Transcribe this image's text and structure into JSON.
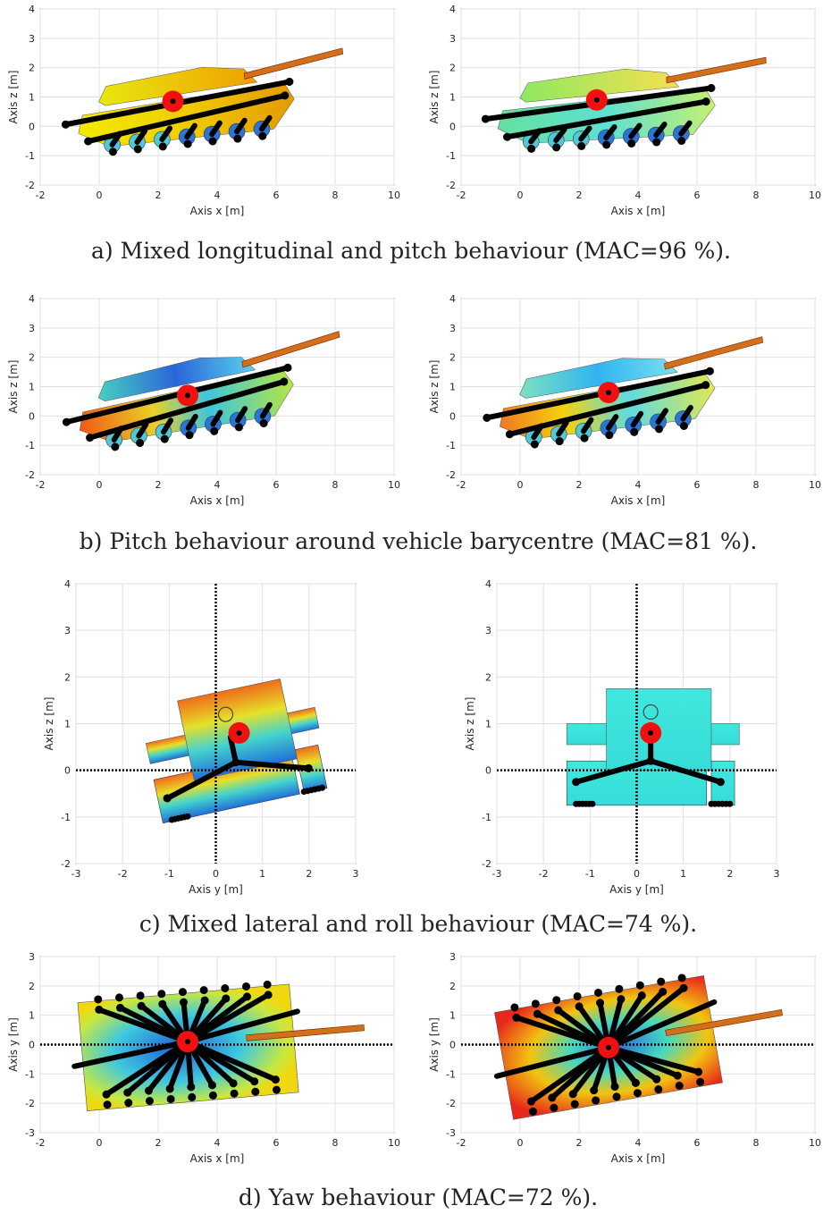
{
  "captions": {
    "a": "a) Mixed longitudinal and pitch behaviour (MAC=96 %).",
    "b": "b) Pitch behaviour around vehicle barycentre (MAC=81 %).",
    "c": "c) Mixed lateral and roll behaviour (MAC=74 %).",
    "d": "d) Yaw behaviour (MAC=72 %)."
  },
  "plots": [
    {
      "id": "a-left",
      "view": "side",
      "xlabel": "Axis x  [m]",
      "ylabel": "Axis z  [m]",
      "xlim": [
        -2,
        10
      ],
      "ylim": [
        -2,
        4
      ],
      "xticks": [
        -2,
        0,
        2,
        4,
        6,
        8,
        10
      ],
      "yticks": [
        -2,
        -1,
        0,
        1,
        2,
        3,
        4
      ],
      "barycentre": [
        2.5,
        0.85
      ],
      "pitch_deg": -6,
      "colors": [
        "#f2ea00",
        "#e8b700",
        "#49d0c8",
        "#1f74d0"
      ]
    },
    {
      "id": "a-right",
      "view": "side",
      "xlabel": "Axis x  [m]",
      "ylabel": "Axis z  [m]",
      "xlim": [
        -2,
        10
      ],
      "ylim": [
        -2,
        4
      ],
      "xticks": [
        -2,
        0,
        2,
        4,
        6,
        8,
        10
      ],
      "yticks": [
        -2,
        -1,
        0,
        1,
        2,
        3,
        4
      ],
      "barycentre": [
        2.6,
        0.9
      ],
      "pitch_deg": -3,
      "colors": [
        "#9ce85a",
        "#f0e25c",
        "#5ee0d2",
        "#35c5e5"
      ]
    },
    {
      "id": "b-left",
      "view": "side",
      "xlabel": "Axis x  [m]",
      "ylabel": "Axis z  [m]",
      "xlim": [
        -2,
        10
      ],
      "ylim": [
        -2,
        4
      ],
      "xticks": [
        -2,
        0,
        2,
        4,
        6,
        8,
        10
      ],
      "yticks": [
        -2,
        -1,
        0,
        1,
        2,
        3,
        4
      ],
      "barycentre": [
        3.0,
        0.7
      ],
      "pitch_deg": -9,
      "colors": [
        "#ee5a1c",
        "#48c5d6",
        "#2a66d8",
        "#b9e540"
      ]
    },
    {
      "id": "b-right",
      "view": "side",
      "xlabel": "Axis x  [m]",
      "ylabel": "Axis z  [m]",
      "xlim": [
        -2,
        10
      ],
      "ylim": [
        -2,
        4
      ],
      "xticks": [
        -2,
        0,
        2,
        4,
        6,
        8,
        10
      ],
      "yticks": [
        -2,
        -1,
        0,
        1,
        2,
        3,
        4
      ],
      "barycentre": [
        3.0,
        0.8
      ],
      "pitch_deg": -7,
      "colors": [
        "#f07820",
        "#f4d20f",
        "#5fd9e0",
        "#28a6f0"
      ]
    },
    {
      "id": "c-left",
      "view": "front",
      "xlabel": "Axis y  [m]",
      "ylabel": "Axis z  [m]",
      "xlim": [
        -3,
        3
      ],
      "ylim": [
        -2,
        4
      ],
      "xticks": [
        -3,
        -2,
        -1,
        0,
        1,
        2,
        3
      ],
      "yticks": [
        -2,
        -1,
        0,
        1,
        2,
        3,
        4
      ],
      "barycentre": [
        0.5,
        0.8
      ],
      "roll_deg": -12,
      "colors": [
        "#f28c16",
        "#e6e02a",
        "#48d6cc",
        "#2073d8"
      ]
    },
    {
      "id": "c-right",
      "view": "front",
      "xlabel": "Axis y  [m]",
      "ylabel": "Axis z  [m]",
      "xlim": [
        -3,
        3
      ],
      "ylim": [
        -2,
        4
      ],
      "xticks": [
        -3,
        -2,
        -1,
        0,
        1,
        2,
        3
      ],
      "yticks": [
        -2,
        -1,
        0,
        1,
        2,
        3,
        4
      ],
      "barycentre": [
        0.3,
        0.8
      ],
      "roll_deg": 0,
      "colors": [
        "#3ee6dc",
        "#3ee6dc",
        "#3ee6dc",
        "#3ee6dc"
      ]
    },
    {
      "id": "d-left",
      "view": "top",
      "xlabel": "Axis x  [m]",
      "ylabel": "Axis y  [m]",
      "xlim": [
        -2,
        10
      ],
      "ylim": [
        -3,
        3
      ],
      "xticks": [
        -2,
        0,
        2,
        4,
        6,
        8,
        10
      ],
      "yticks": [
        -3,
        -2,
        -1,
        0,
        1,
        2,
        3
      ],
      "barycentre": [
        3.0,
        0.1
      ],
      "yaw_deg": 5,
      "colors": [
        "#d9e83a",
        "#3ec8e0",
        "#2a6ad4",
        "#f0dd10"
      ]
    },
    {
      "id": "d-right",
      "view": "top",
      "xlabel": "Axis x  [m]",
      "ylabel": "Axis y  [m]",
      "xlim": [
        -2,
        10
      ],
      "ylim": [
        -3,
        3
      ],
      "xticks": [
        -2,
        0,
        2,
        4,
        6,
        8,
        10
      ],
      "yticks": [
        -3,
        -2,
        -1,
        0,
        1,
        2,
        3
      ],
      "barycentre": [
        3.0,
        -0.1
      ],
      "yaw_deg": 10,
      "colors": [
        "#e8281c",
        "#f2c410",
        "#44d8c2",
        "#2a70d8"
      ]
    }
  ]
}
